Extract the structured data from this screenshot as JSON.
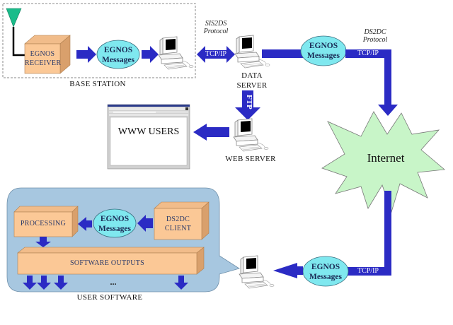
{
  "colors": {
    "arrow": "#2b2bc4",
    "box_face": "#fbc896",
    "box_side": "#d9a06c",
    "ellipse": "#7fe8ef",
    "starburst": "#c8f5c8",
    "antenna": "#1abc8a",
    "user_software_bg": "#a7c7e0"
  },
  "base_station": {
    "label": "BASE STATION",
    "receiver": [
      "EGNOS",
      "RECEIVER"
    ],
    "messages": [
      "EGNOS",
      "Messages"
    ]
  },
  "sis2ds": {
    "protocol": [
      "SIS2DS",
      "Protocol"
    ],
    "transport": "TCP/IP"
  },
  "data_server": {
    "label": [
      "DATA",
      "SERVER"
    ]
  },
  "ds2dc": {
    "protocol": [
      "DS2DC",
      "Protocol"
    ],
    "transport": "TCP/IP",
    "messages": [
      "EGNOS",
      "Messages"
    ]
  },
  "ftp": {
    "label": "FTP"
  },
  "web_server": {
    "label": "WEB SERVER"
  },
  "www_users": {
    "label": "WWW USERS"
  },
  "internet": {
    "label": "Internet"
  },
  "client_link": {
    "transport": "TCP/IP",
    "messages": [
      "EGNOS",
      "Messages"
    ]
  },
  "user_software": {
    "label": "USER SOFTWARE",
    "processing": "PROCESSING",
    "messages": [
      "EGNOS",
      "Messages"
    ],
    "client": [
      "DS2DC",
      "CLIENT"
    ],
    "outputs": "SOFTWARE OUTPUTS",
    "ellipsis": "..."
  }
}
